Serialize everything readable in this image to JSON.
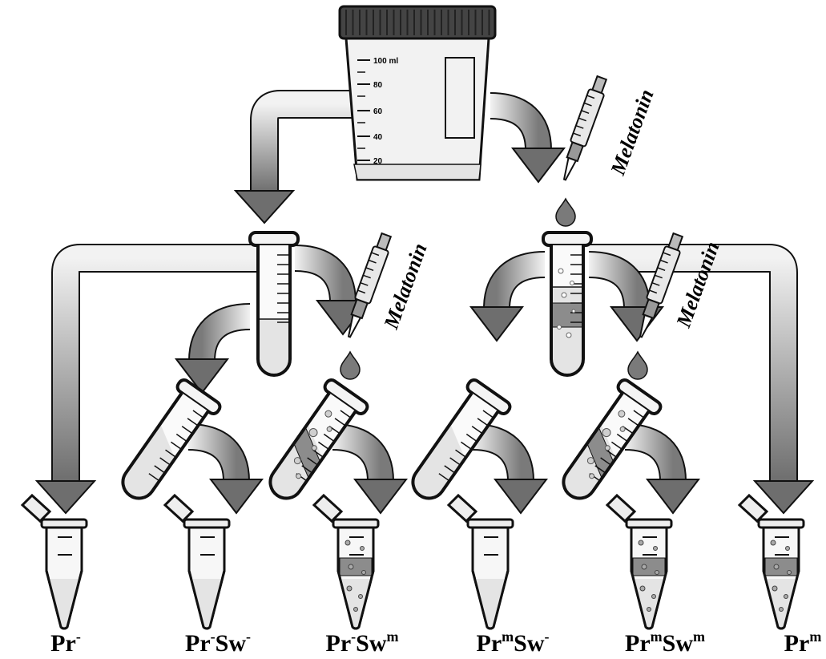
{
  "container": {
    "graduations": [
      "100 ml",
      "80",
      "60",
      "40",
      "20"
    ]
  },
  "reagent": "Melatonin",
  "groups": [
    {
      "id": "pr-minus",
      "base": "Pr",
      "sup1": "-",
      "mid": "",
      "sup2": ""
    },
    {
      "id": "pr-minus-sw-minus",
      "base": "Pr",
      "sup1": "-",
      "mid": "Sw",
      "sup2": "-"
    },
    {
      "id": "pr-minus-sw-m",
      "base": "Pr",
      "sup1": "-",
      "mid": "Sw",
      "sup2": "m"
    },
    {
      "id": "pr-m-sw-minus",
      "base": "Pr",
      "sup1": "m",
      "mid": "Sw",
      "sup2": "-"
    },
    {
      "id": "pr-m-sw-m",
      "base": "Pr",
      "sup1": "m",
      "mid": "Sw",
      "sup2": "m"
    },
    {
      "id": "pr-m",
      "base": "Pr",
      "sup1": "m",
      "mid": "",
      "sup2": ""
    }
  ],
  "colors": {
    "outline": "#111111",
    "arrow_dark": "#6e6e6e",
    "arrow_light": "#f2f2f2",
    "liquid": "#e4e4e4",
    "treated_band": "#8c8c8c",
    "drop": "#7a7a7a"
  }
}
